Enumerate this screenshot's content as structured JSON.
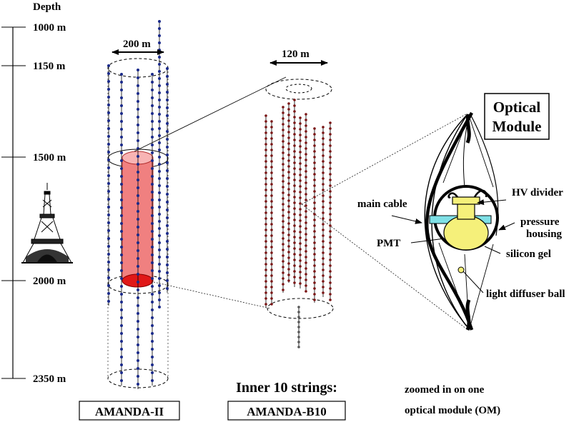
{
  "depth_scale": {
    "title": "Depth",
    "ticks": [
      "1000 m",
      "1150 m",
      "1500 m",
      "2000 m",
      "2350 m"
    ]
  },
  "amanda_ii": {
    "width_label": "200 m",
    "name": "AMANDA-II",
    "string_color": "#1a2a8a",
    "cylinder_color": "#f08080"
  },
  "amanda_b10": {
    "width_label": "120 m",
    "heading": "Inner 10 strings:",
    "name": "AMANDA-B10",
    "string_color": "#7a1414"
  },
  "optical_module": {
    "title_line1": "Optical",
    "title_line2": "Module",
    "labels": {
      "main_cable": "main cable",
      "hv_divider": "HV divider",
      "pressure_line1": "pressure",
      "pressure_line2": "housing",
      "pmt": "PMT",
      "silicon_gel": "silicon gel",
      "light_diffuser": "light diffuser ball"
    },
    "caption_line1": "zoomed in on one",
    "caption_line2": "optical module (OM)",
    "pmt_color": "#f5f07a",
    "gel_band_color": "#7fe0e6"
  },
  "landmark_icon": "eiffel-tower-icon"
}
